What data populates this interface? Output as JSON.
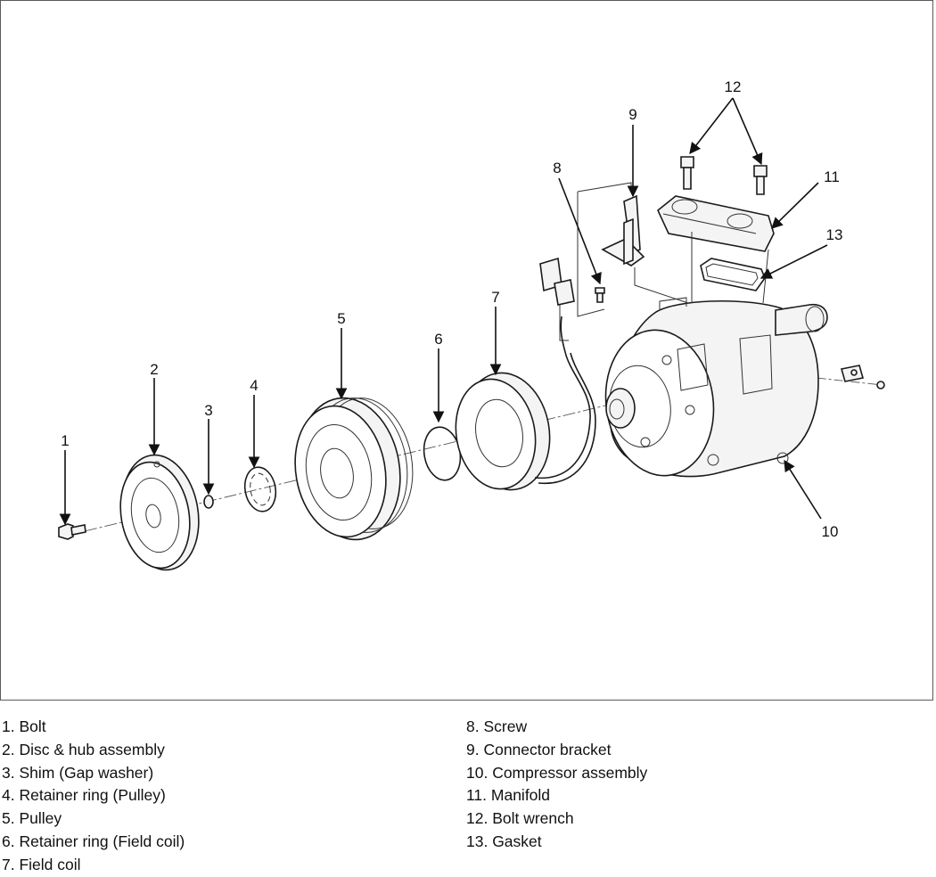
{
  "callouts": [
    "1",
    "2",
    "3",
    "4",
    "5",
    "6",
    "7",
    "8",
    "9",
    "10",
    "11",
    "12",
    "13"
  ],
  "legend": {
    "left": [
      "1. Bolt",
      "2. Disc & hub assembly",
      "3. Shim (Gap washer)",
      "4. Retainer ring (Pulley)",
      "5. Pulley",
      "6. Retainer ring (Field coil)",
      "7. Field coil"
    ],
    "right": [
      "8. Screw",
      "9. Connector bracket",
      "10. Compressor assembly",
      "11. Manifold",
      "12. Bolt wrench",
      "13. Gasket"
    ]
  }
}
